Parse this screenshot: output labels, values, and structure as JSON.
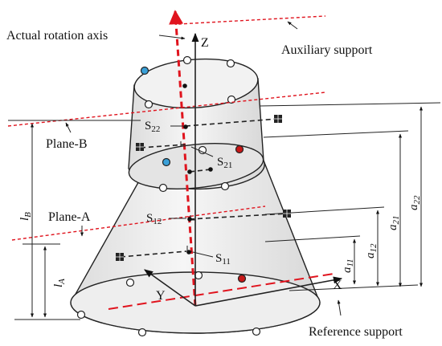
{
  "labels": {
    "actual_rotation_axis": "Actual rotation axis",
    "auxiliary_support": "Auxiliary support",
    "reference_support": "Reference support",
    "plane_a": "Plane-A",
    "plane_b": "Plane-B",
    "axis_x": "X",
    "axis_y": "Y",
    "axis_z": "Z"
  },
  "points": {
    "s11": {
      "base": "S",
      "sub": "11"
    },
    "s12": {
      "base": "S",
      "sub": "12"
    },
    "s21": {
      "base": "S",
      "sub": "21"
    },
    "s22": {
      "base": "S",
      "sub": "22"
    }
  },
  "dimensions": {
    "l_a": {
      "base": "l",
      "sub": "A"
    },
    "l_b": {
      "base": "l",
      "sub": "B"
    },
    "a_11": {
      "base": "a",
      "sub": "11"
    },
    "a_12": {
      "base": "a",
      "sub": "12"
    },
    "a_21": {
      "base": "a",
      "sub": "21"
    },
    "a_22": {
      "base": "a",
      "sub": "22"
    }
  },
  "colors": {
    "rotation_axis": "#e0141e",
    "sensor_blue": "#3aa0d8",
    "sensor_red": "#c81818",
    "body_fill": "#ececec",
    "ink": "#111111"
  }
}
